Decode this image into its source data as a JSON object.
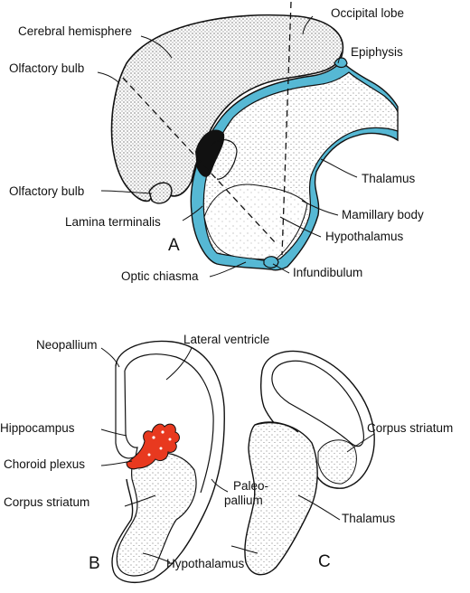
{
  "panels": {
    "a": {
      "letter": "A",
      "labels": {
        "cerebral_hemisphere": "Cerebral hemisphere",
        "occipital_lobe": "Occipital lobe",
        "epiphysis": "Epiphysis",
        "olfactory_bulb_top": "Olfactory bulb",
        "olfactory_bulb_bottom": "Olfactory bulb",
        "thalamus": "Thalamus",
        "mamillary_body": "Mamillary body",
        "lamina_terminalis": "Lamina terminalis",
        "hypothalamus": "Hypothalamus",
        "optic_chiasma": "Optic chiasma",
        "infundibulum": "Infundibulum"
      }
    },
    "b": {
      "letter": "B",
      "labels": {
        "neopallium": "Neopallium",
        "lateral_ventricle": "Lateral ventricle",
        "hippocampus": "Hippocampus",
        "choroid_plexus": "Choroid plexus",
        "corpus_striatum": "Corpus striatum",
        "paleopallium_1": "Paleo-",
        "paleopallium_2": "pallium",
        "hypothalamus": "Hypothalamus"
      }
    },
    "c": {
      "letter": "C",
      "labels": {
        "corpus_striatum": "Corpus striatum",
        "thalamus": "Thalamus"
      }
    }
  },
  "colors": {
    "ventricle_fill": "#56b8d4",
    "choroid_fill": "#e8391f",
    "outline": "#111111"
  }
}
